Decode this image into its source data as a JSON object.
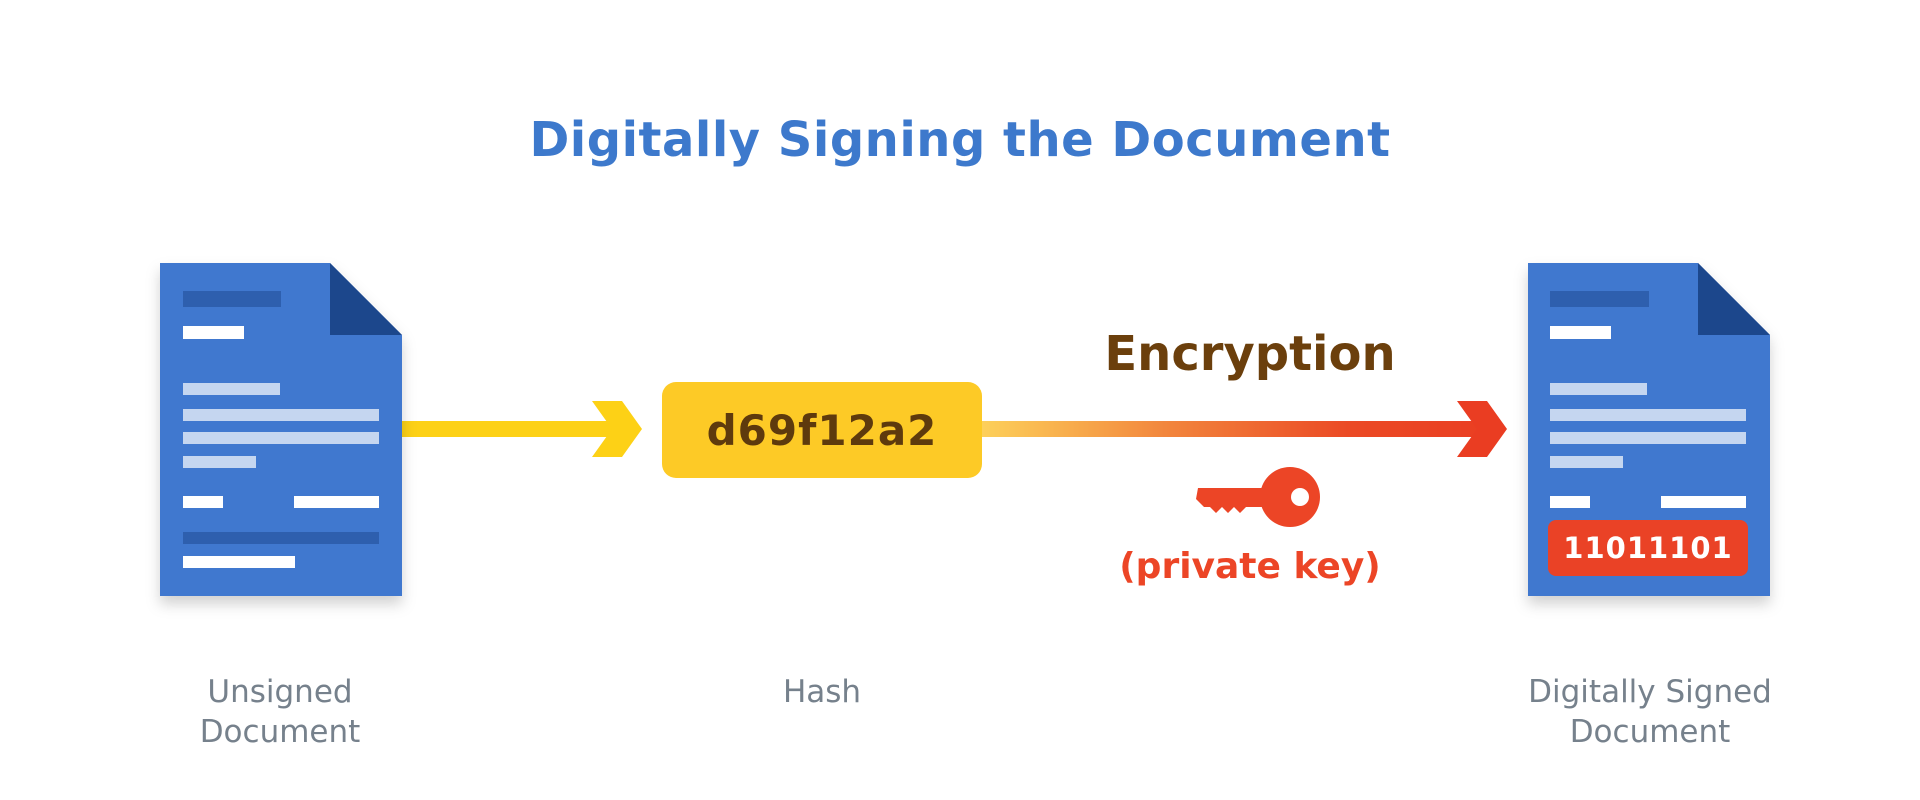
{
  "title": "Digitally Signing the Document",
  "hash": {
    "value": "d69f12a2",
    "caption": "Hash"
  },
  "encryption": {
    "label": "Encryption",
    "key_label": "(private key)",
    "key_icon": "key-icon"
  },
  "unsigned_document": {
    "caption_line1": "Unsigned",
    "caption_line2": "Document",
    "icon": "document-icon"
  },
  "signed_document": {
    "caption_line1": "Digitally Signed",
    "caption_line2": "Document",
    "signature": "11011101",
    "icon": "document-icon"
  },
  "colors": {
    "title": "#3d79cc",
    "document": "#3f78cf",
    "document_fold": "#1f468c",
    "hash_box": "#fdca26",
    "arrow_start": "#fdd116",
    "arrow_end": "#ea3d22",
    "key": "#ec4526",
    "caption": "#76818c"
  }
}
